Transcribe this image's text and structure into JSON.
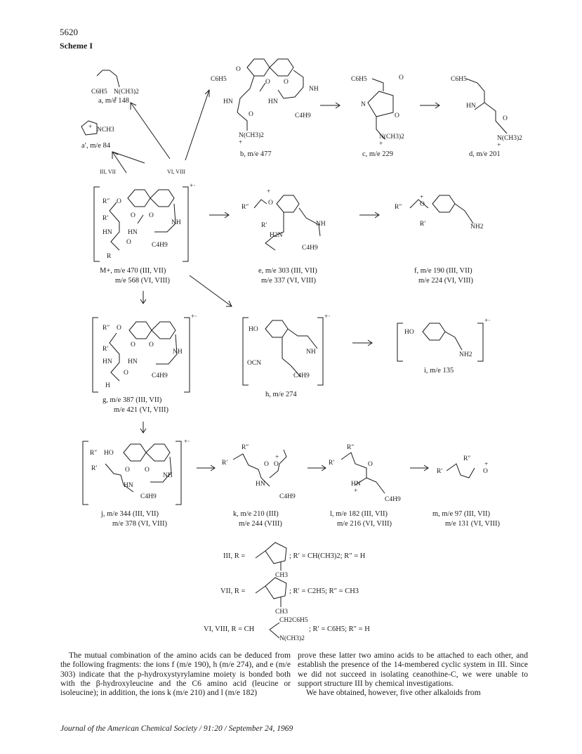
{
  "page_number": "5620",
  "scheme_title": "Scheme I",
  "labels": {
    "a": "a, m/e 148",
    "a_prime": "a′, m/e 84",
    "b": "b, m/e 477",
    "c": "c, m/e 229",
    "d": "d, m/e 201",
    "m_plus_1": "M+, m/e 470 (III, VII)",
    "m_plus_2": "m/e 568 (VI, VIII)",
    "e_1": "e, m/e 303 (III, VII)",
    "e_2": "m/e 337 (VI, VIII)",
    "f_1": "f, m/e 190 (III, VII)",
    "f_2": "m/e 224 (VI, VIII)",
    "g_1": "g, m/e 387 (III, VII)",
    "g_2": "m/e 421 (VI, VIII)",
    "h": "h, m/e 274",
    "i": "i, m/e 135",
    "j_1": "j, m/e 344 (III, VII)",
    "j_2": "m/e 378 (VI, VIII)",
    "k_1": "k, m/e 210 (III)",
    "k_2": "m/e 244 (VIII)",
    "l_1": "l, m/e 182 (III, VII)",
    "l_2": "m/e 216 (VI, VIII)",
    "m_1": "m, m/e 97 (III, VII)",
    "m_2": "m/e 131 (VI, VIII)"
  },
  "arrow_labels": {
    "left": "III, VII",
    "right": "VI, VIII"
  },
  "chem_text": {
    "c6h5": "C6H5",
    "nch3_2": "N(CH3)2",
    "nch3": "NCH3",
    "hn": "HN",
    "nh": "NH",
    "nh2": "NH2",
    "h2n": "H2N",
    "c4h9": "C4H9",
    "o": "O",
    "n": "N",
    "r": "R",
    "r_prime": "R′",
    "r_dprime": "R″",
    "ho": "HO",
    "ocn": "OCN",
    "h": "H",
    "plus": "+",
    "dagger": "+·"
  },
  "definitions": {
    "iii_prefix": "III, R =",
    "iii_rest": "; R′ = CH(CH3)2; R″ = H",
    "vii_prefix": "VII, R =",
    "vii_rest": "; R′ = C2H5; R″ = CH3",
    "ch3": "CH3",
    "vi_prefix": "VI, VIII, R = CH",
    "vi_top": "CH2C6H5",
    "vi_bottom": "N(CH3)2",
    "vi_rest": "; R′ = C6H5; R″ = H"
  },
  "body": {
    "col1": "The mutual combination of the amino acids can be deduced from the following fragments: the ions f (m/e 190), h (m/e 274), and e (m/e 303) indicate that the p-hydroxystyrylamine moiety is bonded both with the β-hydroxyleucine and the C6 amino acid (leucine or isoleucine); in addition, the ions k (m/e 210) and l (m/e 182)",
    "col2_p1": "prove these latter two amino acids to be attached to each other, and establish the presence of the 14-membered cyclic system in III. Since we did not succeed in isolating ceanothine-C, we were unable to support structure III by chemical investigations.",
    "col2_p2": "We have obtained, however, five other alkaloids from"
  },
  "footer": "Journal of the American Chemical Society / 91:20 / September 24, 1969"
}
